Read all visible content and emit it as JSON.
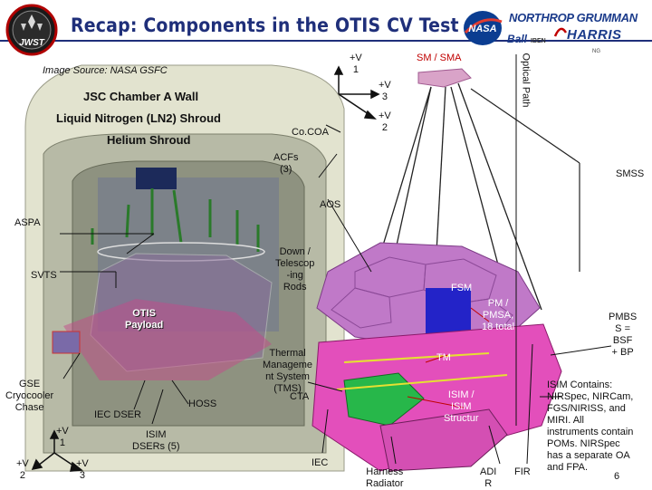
{
  "slide": {
    "title": "Recap: Components in the OTIS CV Test",
    "image_source": "Image Source: NASA GSFC",
    "page_number": "6"
  },
  "logos": {
    "jwst": "JWST",
    "nasa": "NASA",
    "northrop": "NORTHROP GRUMMAN",
    "harris": "HARRIS",
    "ball": "Ball",
    "iben": "IBEN",
    "ng": "NG"
  },
  "labels": {
    "chamber": "JSC Chamber A Wall",
    "ln2_shroud": "Liquid Nitrogen (LN2) Shroud",
    "helium_shroud": "Helium Shroud",
    "sm_sma": "SM / SMA",
    "optical_path": "Optical Path",
    "cocoa": "Co.COA",
    "acfs": "ACFs\n(3)",
    "smss": "SMSS",
    "aos": "AOS",
    "aspa": "ASPA",
    "svts": "SVTS",
    "down_telescoping_rods": "Down /\nTelescop\n-ing\nRods",
    "fsm": "FSM",
    "pm_pmsa": "PM /\nPMSA,\n18 total",
    "pmbs": "PMBS\nS =\nBSF\n+ BP",
    "otis_payload": "OTIS\nPayload",
    "thermal_management": "Thermal\nManageme\nnt System\n(TMS)",
    "tm": "TM",
    "cta": "CTA",
    "gse_cryocooler": "GSE\nCryocooler\nChase",
    "iec_dser": "IEC DSER",
    "hoss": "HOSS",
    "isim_dsers": "ISIM\nDSERs (5)",
    "isim_structure": "ISIM /\nISIM\nStructur",
    "iec": "IEC",
    "harness_radiator": "Harness\nRadiator",
    "adir": "ADI\nR",
    "fir": "FIR",
    "isim_contains": "ISIM Contains:\nNIRSpec, NIRCam,\nFGS/NIRISS, and\nMIRI. All\ninstruments contain\nPOMs. NIRSpec\nhas a separate OA\nand FPA."
  },
  "axes_top": {
    "v1": "+V\n1",
    "v3": "+V\n3",
    "v2": "+V\n2"
  },
  "axes_bottom": {
    "v1": "+V\n1",
    "v2": "+V\n2",
    "v3": "+V\n3"
  },
  "colors": {
    "title": "#1f2f7a",
    "chamber_fill": "#e2e3cf",
    "shroud_fill": "#b7baa6",
    "inner_fill": "#8e9280",
    "mirror_purple": "#c079c8",
    "isim_pink": "#e34fbb",
    "fsm_blue": "#2323c8",
    "red_callout": "#c00000"
  }
}
